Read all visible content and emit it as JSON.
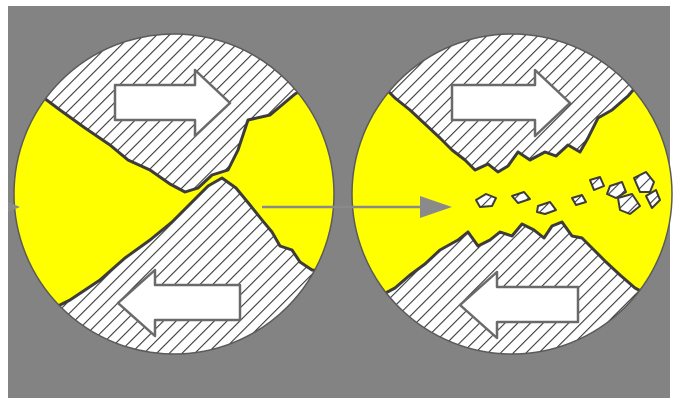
{
  "diagram": {
    "colors": {
      "frame_white": "#ffffff",
      "background": "#838383",
      "fluid": "#ffff00",
      "plate": "#ffffff",
      "hatch": "#3a3a3a",
      "outline": "#3c3c3c",
      "flow_arrow": "#8a8a8a",
      "motion_arrow_fill": "#ffffff"
    },
    "panels": [
      {
        "id": "before",
        "plate_motion": [
          "right",
          "left"
        ],
        "fragments": 0
      },
      {
        "id": "after",
        "plate_motion": [
          "right",
          "left"
        ],
        "fragments": 9
      }
    ],
    "flow_arrow_direction": "right"
  }
}
